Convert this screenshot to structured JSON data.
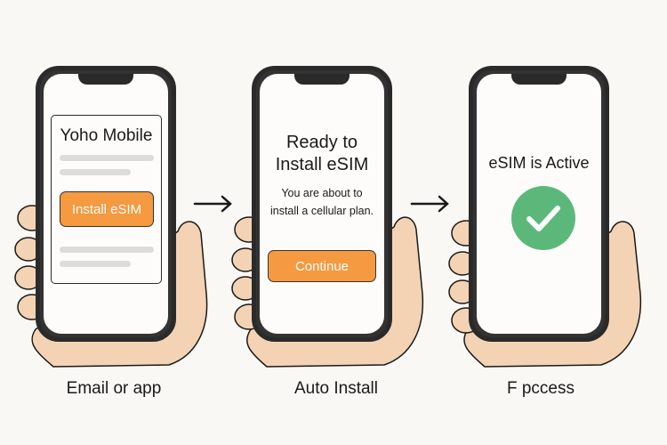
{
  "steps": [
    {
      "phone": {
        "title": "Yoho Mobile",
        "button": "Install eSIM"
      },
      "label": "Email or app"
    },
    {
      "phone": {
        "title_line1": "Ready to",
        "title_line2": "Install eSIM",
        "body_line1": "You are about to",
        "body_line2": "install a cellular plan.",
        "button": "Continue"
      },
      "label": "Auto Install"
    },
    {
      "phone": {
        "title": "eSIM is Active",
        "icon": "check-circle-icon"
      },
      "label": "F pccess"
    }
  ],
  "arrows": [
    "arrow-right-icon",
    "arrow-right-icon"
  ],
  "colors": {
    "accent": "#f59a40",
    "success": "#5cb87a",
    "skin": "#f3d3b4",
    "background": "#faf8f4"
  }
}
